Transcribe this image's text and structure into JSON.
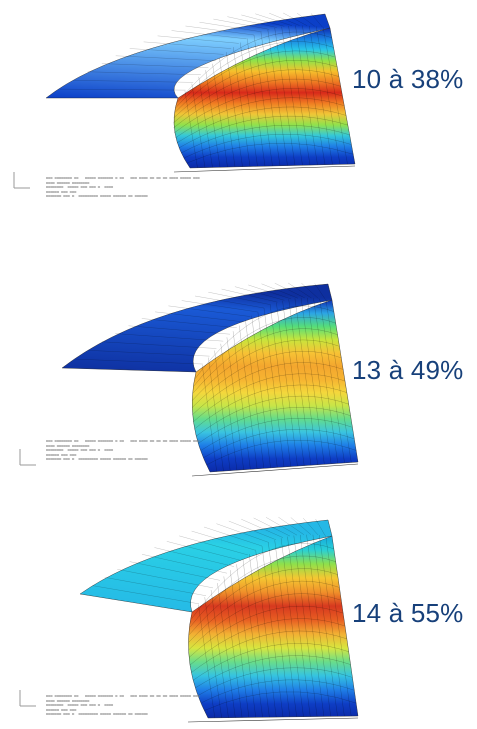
{
  "panels": [
    {
      "label": "10 à 38%",
      "colors": {
        "top_outer": "#0b3fc8",
        "top_inner": "#7fd0ff",
        "band": "#dd3a1f"
      },
      "bands": [
        "#0d2fb4",
        "#1a7ee0",
        "#28c6e8",
        "#8ee34a",
        "#f6c12c",
        "#ee7b23",
        "#d8291a",
        "#f07d22",
        "#f0c637",
        "#91e24c",
        "#34c8d9",
        "#1f7ee6",
        "#0e3dc4",
        "#0b2aa8"
      ]
    },
    {
      "label": "13 à 49%",
      "colors": {
        "top_outer": "#0e2f9f",
        "top_inner": "#1a5ad6",
        "band": "#f0a830"
      },
      "bands": [
        "#0d2fb4",
        "#2ca5e5",
        "#56dd7a",
        "#c8e53c",
        "#f7c235",
        "#f4a62e",
        "#f6b431",
        "#f4d73c",
        "#c7e548",
        "#63dc8c",
        "#3ac4e0",
        "#1e7ee7",
        "#0e3dc4",
        "#0b2aa8"
      ]
    },
    {
      "label": "14 à 55%",
      "colors": {
        "top_outer": "#25b8e6",
        "top_inner": "#2ad0e5",
        "band": "#d73323"
      },
      "bands": [
        "#14a8de",
        "#2ad0d5",
        "#8fe04b",
        "#f4c832",
        "#f0912a",
        "#d7391f",
        "#e85f22",
        "#f2b033",
        "#d8e63f",
        "#69dd8a",
        "#35c3e1",
        "#1f7ee6",
        "#0e3dc4",
        "#0b2aa8"
      ]
    }
  ]
}
